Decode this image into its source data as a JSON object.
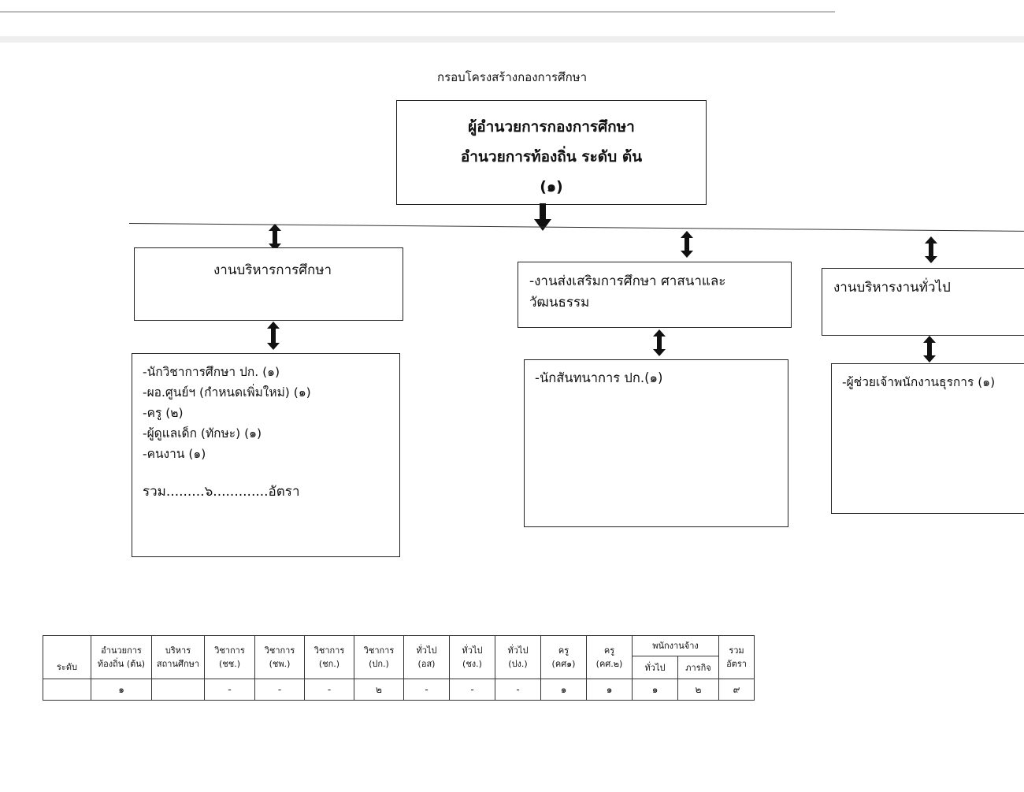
{
  "document": {
    "title": "กรอบโครงสร้างกองการศึกษา"
  },
  "head_box": {
    "line1": "ผู้อำนวยการกองการศึกษา",
    "line2": "อำนวยการท้องถิ่น  ระดับ ต้น",
    "line3": "(๑)"
  },
  "units": [
    {
      "title": "งานบริหารการศึกษา",
      "staff": [
        "-นักวิชาการศึกษา ปก. (๑)",
        "-ผอ.ศูนย์ฯ (กำหนดเพิ่มใหม่) (๑)",
        "-ครู (๒)",
        "-ผู้ดูแลเด็ก (ทักษะ) (๑)",
        "-คนงาน (๑)"
      ],
      "total": "รวม.........๖.............อัตรา"
    },
    {
      "title": "-งานส่งเสริมการศึกษา ศาสนาและวัฒนธรรม",
      "staff": [
        "-นักสันทนาการ ปก.(๑)"
      ]
    },
    {
      "title": "งานบริหารงานทั่วไป",
      "staff": [
        "-ผู้ช่วยเจ้าพนักงานธุรการ (๑)"
      ]
    }
  ],
  "summary_table": {
    "headers": {
      "level": "ระดับ",
      "local_director": [
        "อำนวยการ",
        "ท้องถิ่น (ต้น)"
      ],
      "school_admin": [
        "บริหาร",
        "สถานศึกษา"
      ],
      "academic_exp": [
        "วิชาการ",
        "(ชช.)"
      ],
      "academic_pro": [
        "วิชาการ",
        "(ชพ.)"
      ],
      "academic_sr": [
        "วิชาการ",
        "(ชก.)"
      ],
      "academic_op": [
        "วิชาการ",
        "(ปก.)"
      ],
      "general_sr": [
        "ทั่วไป",
        "(อส)"
      ],
      "general_exp": [
        "ทั่วไป",
        "(ชง.)"
      ],
      "general_op": [
        "ทั่วไป",
        "(ปง.)"
      ],
      "teacher1": [
        "ครู",
        "(คศ๑)"
      ],
      "teacher2": [
        "ครู",
        "(คศ.๒)"
      ],
      "employee": "พนักงานจ้าง",
      "employee_general": "ทั่วไป",
      "employee_mission": "ภารกิจ",
      "total": [
        "รวม",
        "อัตรา"
      ]
    },
    "values": [
      "",
      "๑",
      "",
      "-",
      "-",
      "-",
      "๒",
      "-",
      "-",
      "-",
      "๑",
      "๑",
      "๑",
      "๒",
      "๙"
    ]
  }
}
